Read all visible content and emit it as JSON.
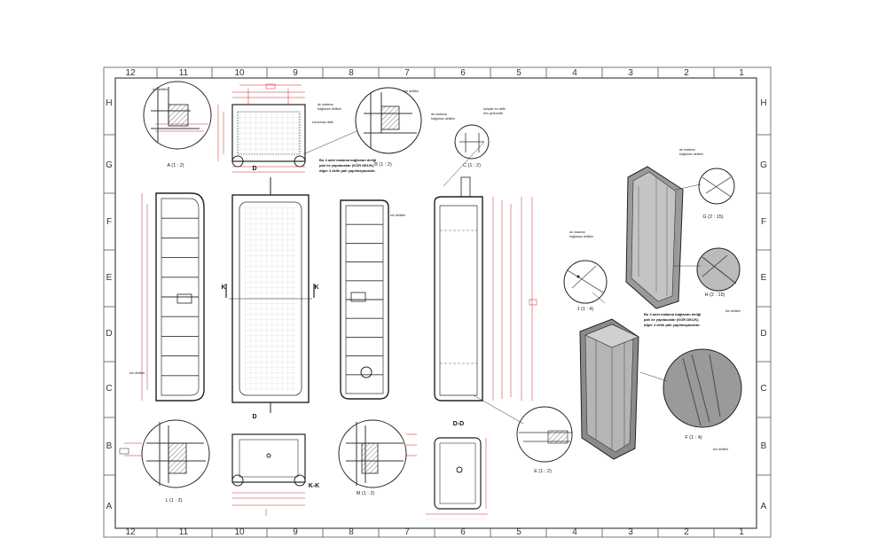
{
  "zone_columns_top": [
    "12",
    "11",
    "10",
    "9",
    "8",
    "7",
    "6",
    "5",
    "4",
    "3",
    "2",
    "1"
  ],
  "zone_columns_bottom": [
    "12",
    "11",
    "10",
    "9",
    "8",
    "7",
    "6",
    "5",
    "4",
    "3",
    "2",
    "1"
  ],
  "zone_rows_left": [
    "H",
    "G",
    "F",
    "E",
    "D",
    "C",
    "B",
    "A"
  ],
  "zone_rows_right": [
    "H",
    "G",
    "F",
    "E",
    "D",
    "C",
    "B",
    "A"
  ],
  "colors": {
    "border": "#555555",
    "drawing": "#2b2b2b",
    "dimension": "#cc2222",
    "hatch": "#555555",
    "shaded_part": "#8a8a8a"
  },
  "detail_labels": {
    "A": "A (1 : 2)",
    "B": "B (1 : 2)",
    "C": "C (1 : 2)",
    "G": "G (2 : 15)",
    "H": "H (2 : 15)",
    "J": "J (1 : 4)",
    "E": "E (1 : 2)",
    "F": "F (1 : 4)",
    "L": "L (1 : 2)",
    "M": "M (1 : 2)"
  },
  "section_labels": {
    "D_top": "D",
    "D_bottom": "D",
    "K_left": "K",
    "K_right": "K",
    "KK": "K-K",
    "DD": "D-D"
  },
  "notes": {
    "n1": "Bu 4 adet malama bağlanan deliği",
    "n1b": "pah ile yapılacaktır (KÖR DELİK)",
    "n1c": "diğer 4 delik pah yapılmayacaktır.",
    "n2": "Bu 4 adet malama bağlanan deliği",
    "n2b": "pah ile yapılacaktır (KÖR DELİK)",
    "n2c": "diğer 4 delik pah yapılmayacaktır.",
    "n3": "ak malama",
    "n3b": "bağlanan delikler",
    "n4": "ak malama",
    "n4b": "bağlanan delikler",
    "n5": "ak malama",
    "n5b": "bağlanan delikler",
    "n6": "kalıplar bu delik",
    "n6b": "den gelecektir",
    "n7": "sızdırmaz delik",
    "n8": "kör delikler",
    "n9": "kör delikler",
    "n10": "kör delikler",
    "n11": "kör delikler"
  }
}
